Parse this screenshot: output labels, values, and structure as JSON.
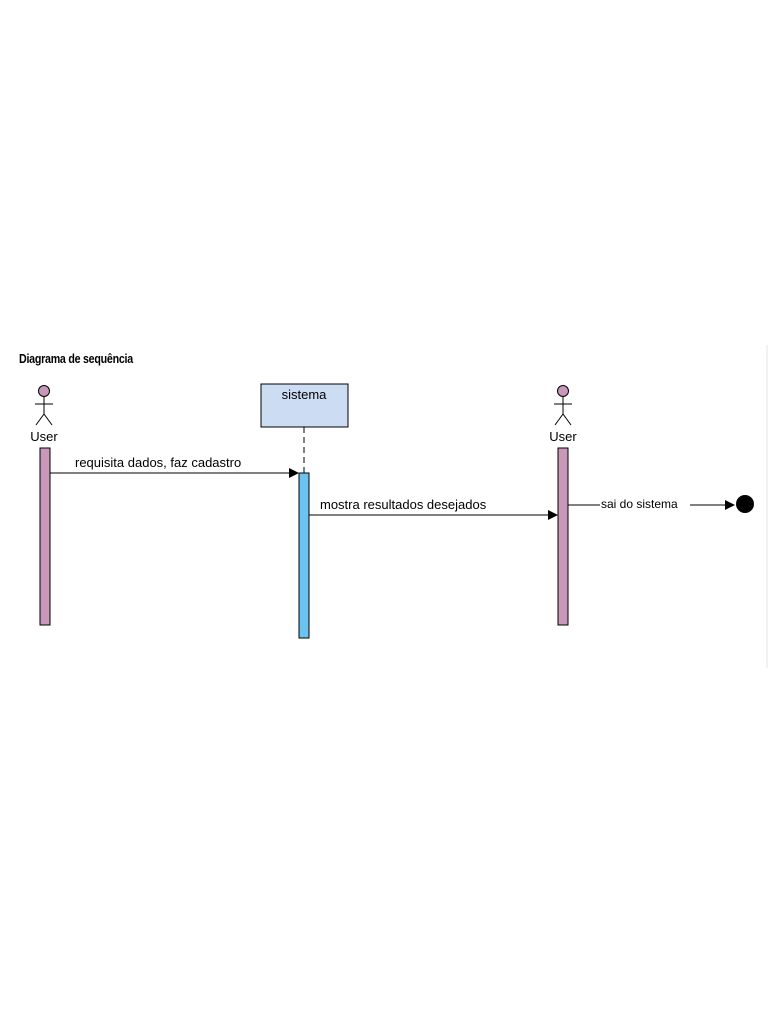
{
  "title": "Diagrama de sequência",
  "participants": {
    "user_left": {
      "label": "User"
    },
    "system": {
      "label": "sistema"
    },
    "user_right": {
      "label": "User"
    }
  },
  "messages": [
    {
      "label": "requisita dados, faz cadastro"
    },
    {
      "label": "mostra resultados desejados"
    },
    {
      "label": "sai do sistema"
    }
  ],
  "colors": {
    "user_activation": "#c897b9",
    "system_activation": "#6cc3f0",
    "system_box": "#ccdcf2",
    "actor_head": "#c897b9",
    "line": "#000000"
  }
}
